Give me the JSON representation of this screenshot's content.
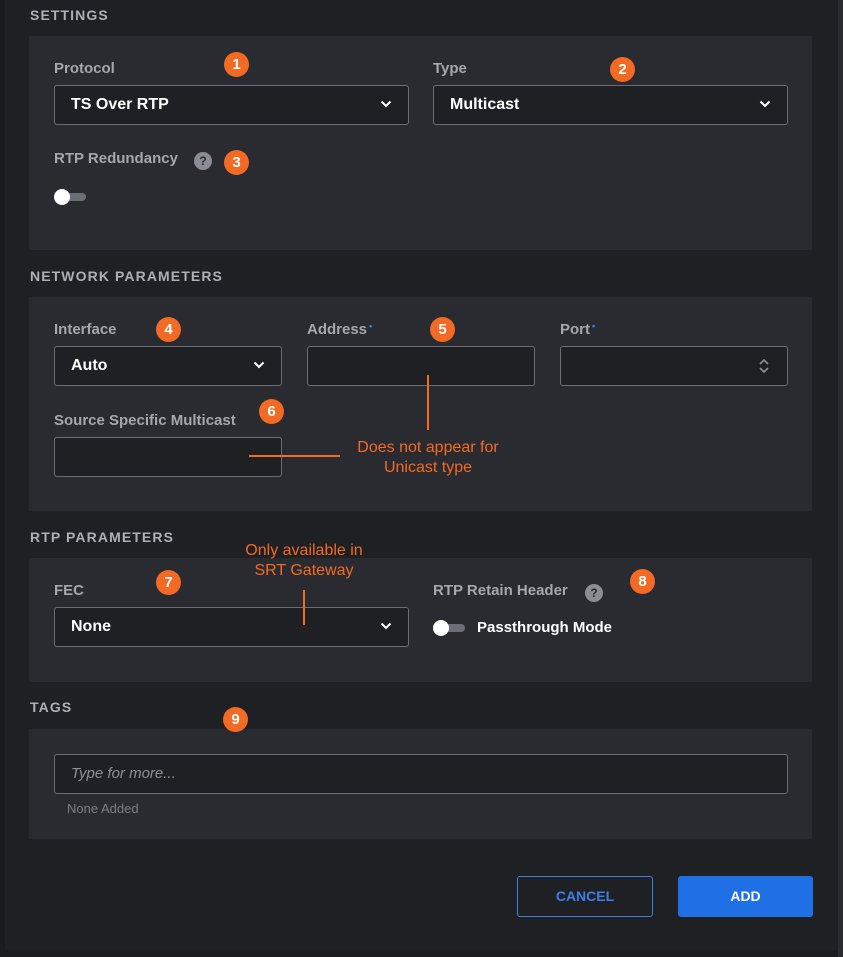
{
  "settings": {
    "section_title": "SETTINGS",
    "protocol_label": "Protocol",
    "protocol_value": "TS Over RTP",
    "type_label": "Type",
    "type_value": "Multicast",
    "rtp_redundancy_label": "RTP Redundancy",
    "rtp_redundancy_enabled": false
  },
  "network": {
    "section_title": "NETWORK PARAMETERS",
    "interface_label": "Interface",
    "interface_value": "Auto",
    "address_label": "Address",
    "address_value": "",
    "port_label": "Port",
    "port_value": "",
    "required_marker": "•",
    "ssm_label": "Source Specific Multicast",
    "ssm_value": ""
  },
  "rtp": {
    "section_title": "RTP PARAMETERS",
    "fec_label": "FEC",
    "fec_value": "None",
    "retain_header_label": "RTP Retain Header",
    "passthrough_label": "Passthrough Mode",
    "passthrough_enabled": false
  },
  "tags": {
    "section_title": "TAGS",
    "input_placeholder": "Type for more...",
    "empty_text": "None Added"
  },
  "help_glyph": "?",
  "badges": [
    "1",
    "2",
    "3",
    "4",
    "5",
    "6",
    "7",
    "8",
    "9"
  ],
  "annotations": {
    "unicast_line1": "Does not appear for",
    "unicast_line2": "Unicast type",
    "srt_line1": "Only available in",
    "srt_line2": "SRT Gateway"
  },
  "buttons": {
    "cancel": "CANCEL",
    "add": "ADD"
  },
  "colors": {
    "accent": "#3d7fe6",
    "annotation": "#f26a23",
    "card": "#2a2b30",
    "background": "#1f2024"
  }
}
